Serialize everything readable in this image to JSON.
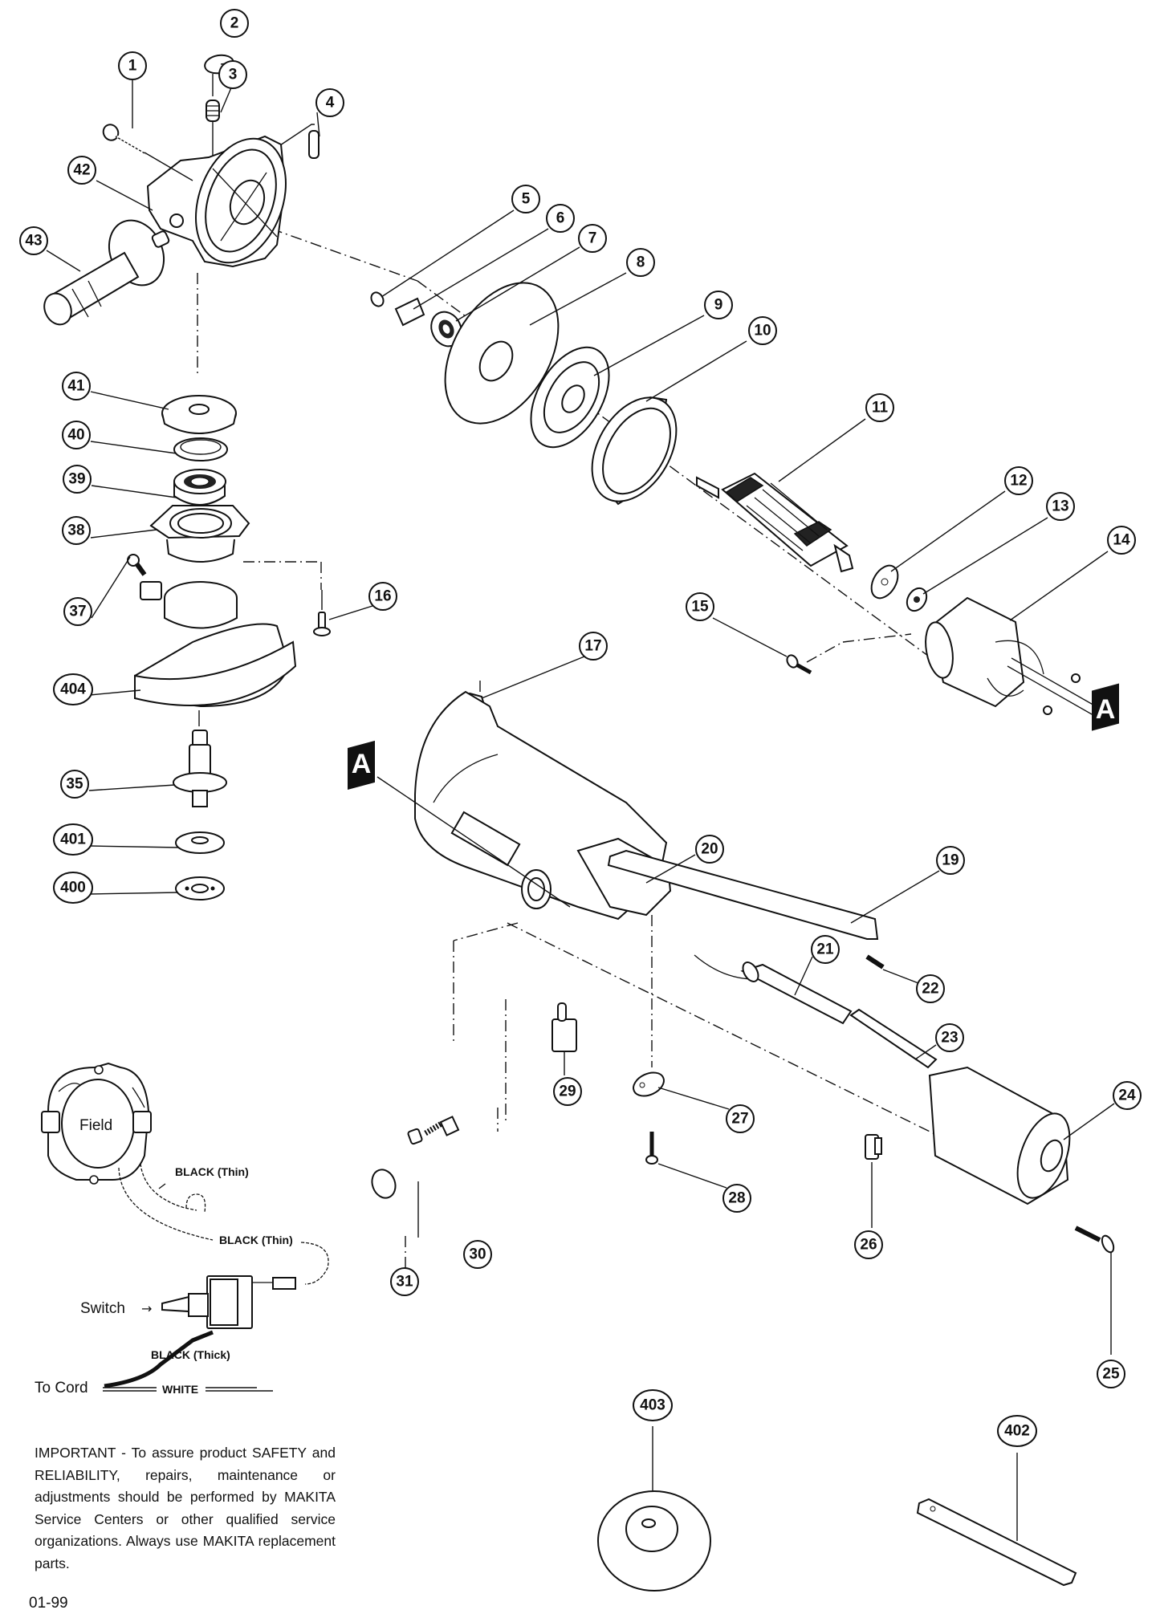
{
  "document": {
    "type": "exploded parts diagram",
    "subject": "angle grinder",
    "revision": "01-99"
  },
  "callouts": [
    {
      "id": "1"
    },
    {
      "id": "2"
    },
    {
      "id": "3"
    },
    {
      "id": "4"
    },
    {
      "id": "5"
    },
    {
      "id": "6"
    },
    {
      "id": "7"
    },
    {
      "id": "8"
    },
    {
      "id": "9"
    },
    {
      "id": "10"
    },
    {
      "id": "11"
    },
    {
      "id": "12"
    },
    {
      "id": "13"
    },
    {
      "id": "14"
    },
    {
      "id": "15"
    },
    {
      "id": "16"
    },
    {
      "id": "17"
    },
    {
      "id": "19"
    },
    {
      "id": "20"
    },
    {
      "id": "21"
    },
    {
      "id": "22"
    },
    {
      "id": "23"
    },
    {
      "id": "24"
    },
    {
      "id": "25"
    },
    {
      "id": "26"
    },
    {
      "id": "27"
    },
    {
      "id": "28"
    },
    {
      "id": "29"
    },
    {
      "id": "30"
    },
    {
      "id": "31"
    },
    {
      "id": "35"
    },
    {
      "id": "37"
    },
    {
      "id": "38"
    },
    {
      "id": "39"
    },
    {
      "id": "40"
    },
    {
      "id": "41"
    },
    {
      "id": "42"
    },
    {
      "id": "43"
    },
    {
      "id": "400"
    },
    {
      "id": "401"
    },
    {
      "id": "402"
    },
    {
      "id": "403"
    },
    {
      "id": "404"
    }
  ],
  "reference_markers": [
    "A",
    "A"
  ],
  "wiring_diagram": {
    "field_label": "Field",
    "wire_black_thin_1": "BLACK (Thin)",
    "wire_black_thin_2": "BLACK (Thin)",
    "switch_label": "Switch",
    "wire_black_thick": "BLACK (Thick)",
    "to_cord_label": "To Cord",
    "wire_white": "WHITE"
  },
  "notice": {
    "text": "IMPORTANT - To assure product SAFETY and RELIABILITY, repairs, maintenance or adjustments should be performed by MAKITA Service Centers or other qualified service organizations. Always use MAKITA replacement parts."
  },
  "footer": {
    "revision_label": "01-99"
  }
}
